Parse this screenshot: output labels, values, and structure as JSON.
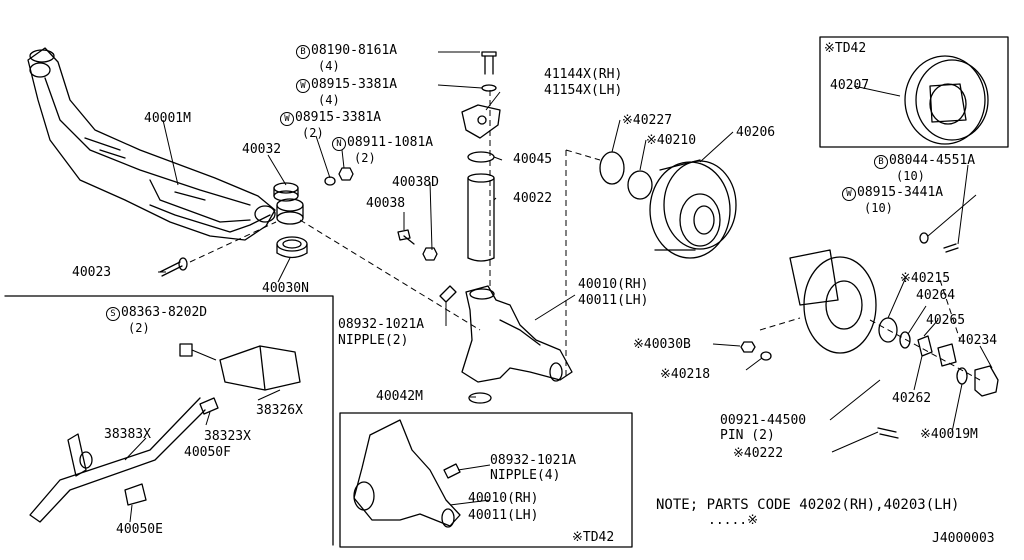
{
  "labels": {
    "bolt_08190": {
      "prefix": "B",
      "code": "08190-8161A",
      "qty": "(4)"
    },
    "washer_08915a": {
      "prefix": "W",
      "code": "08915-3381A",
      "qty": "(4)"
    },
    "washer_08915b": {
      "prefix": "W",
      "code": "08915-3381A",
      "qty": "(2)"
    },
    "nut_08911": {
      "prefix": "N",
      "code": "08911-1081A",
      "qty": "(2)"
    },
    "bolt_08044": {
      "prefix": "B",
      "code": "08044-4551A",
      "qty": "(10)"
    },
    "washer_08915c": {
      "prefix": "W",
      "code": "08915-3441A",
      "qty": "(10)"
    },
    "screw_08363": {
      "prefix": "S",
      "code": "08363-8202D",
      "qty": "(2)"
    },
    "p41144": "41144X(RH)",
    "p41154": "41154X(LH)",
    "p40001M": "40001M",
    "p40032": "40032",
    "p40045": "40045",
    "p40038D": "40038D",
    "p40038": "40038",
    "p40022": "40022",
    "p40023": "40023",
    "p40030N": "40030N",
    "p40227": "※40227",
    "p40210": "※40210",
    "p40206": "40206",
    "td42_top": "※TD42",
    "p40207": "40207",
    "p40010a": "40010(RH)",
    "p40011a": "40011(LH)",
    "nipple_code_a": "08932-1021A",
    "nipple_qty_a": "NIPPLE(2)",
    "p40215": "※40215",
    "p40264": "40264",
    "p40265": "40265",
    "p40234": "40234",
    "p40030B": "※40030B",
    "p40218": "※40218",
    "p40262": "40262",
    "p40042M": "40042M",
    "p38326X": "38326X",
    "p38323X": "38323X",
    "p38383X": "38383X",
    "p40050F": "40050F",
    "p40050E": "40050E",
    "pin_code": "00921-44500",
    "pin_qty": "PIN (2)",
    "p40222": "※40222",
    "p40019M": "※40019M",
    "nipple_code_b": "08932-1021A",
    "nipple_qty_b": "NIPPLE(4)",
    "p40010b": "40010(RH)",
    "p40011b": "40011(LH)",
    "td42_bottom": "※TD42",
    "note_line1": "NOTE; PARTS CODE 40202(RH),40203(LH)",
    "note_line2": ".....※",
    "diagram_id": "J4000003"
  }
}
